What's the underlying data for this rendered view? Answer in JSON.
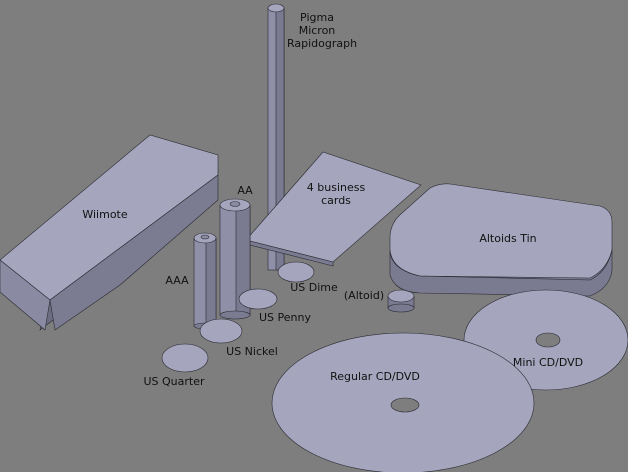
{
  "scene": {
    "colors": {
      "background": "#7e7e7e",
      "top_face": "#a5a5bd",
      "side_face": "#8a8aa2",
      "dark_face": "#6d6d82",
      "outline": "#2a2a33"
    },
    "labels": {
      "pen": "Pigma\nMicron\nRapidograph",
      "business_cards": "4 business\ncards",
      "aa": "AA",
      "wiimote": "Wiimote",
      "aaa": "AAA",
      "altoids_tin": "Altoids Tin",
      "us_dime": "US Dime",
      "altoid": "(Altoid)",
      "us_penny": "US Penny",
      "us_nickel": "US Nickel",
      "us_quarter": "US Quarter",
      "regular_cd": "Regular CD/DVD",
      "mini_cd": "Mini CD/DVD"
    }
  }
}
